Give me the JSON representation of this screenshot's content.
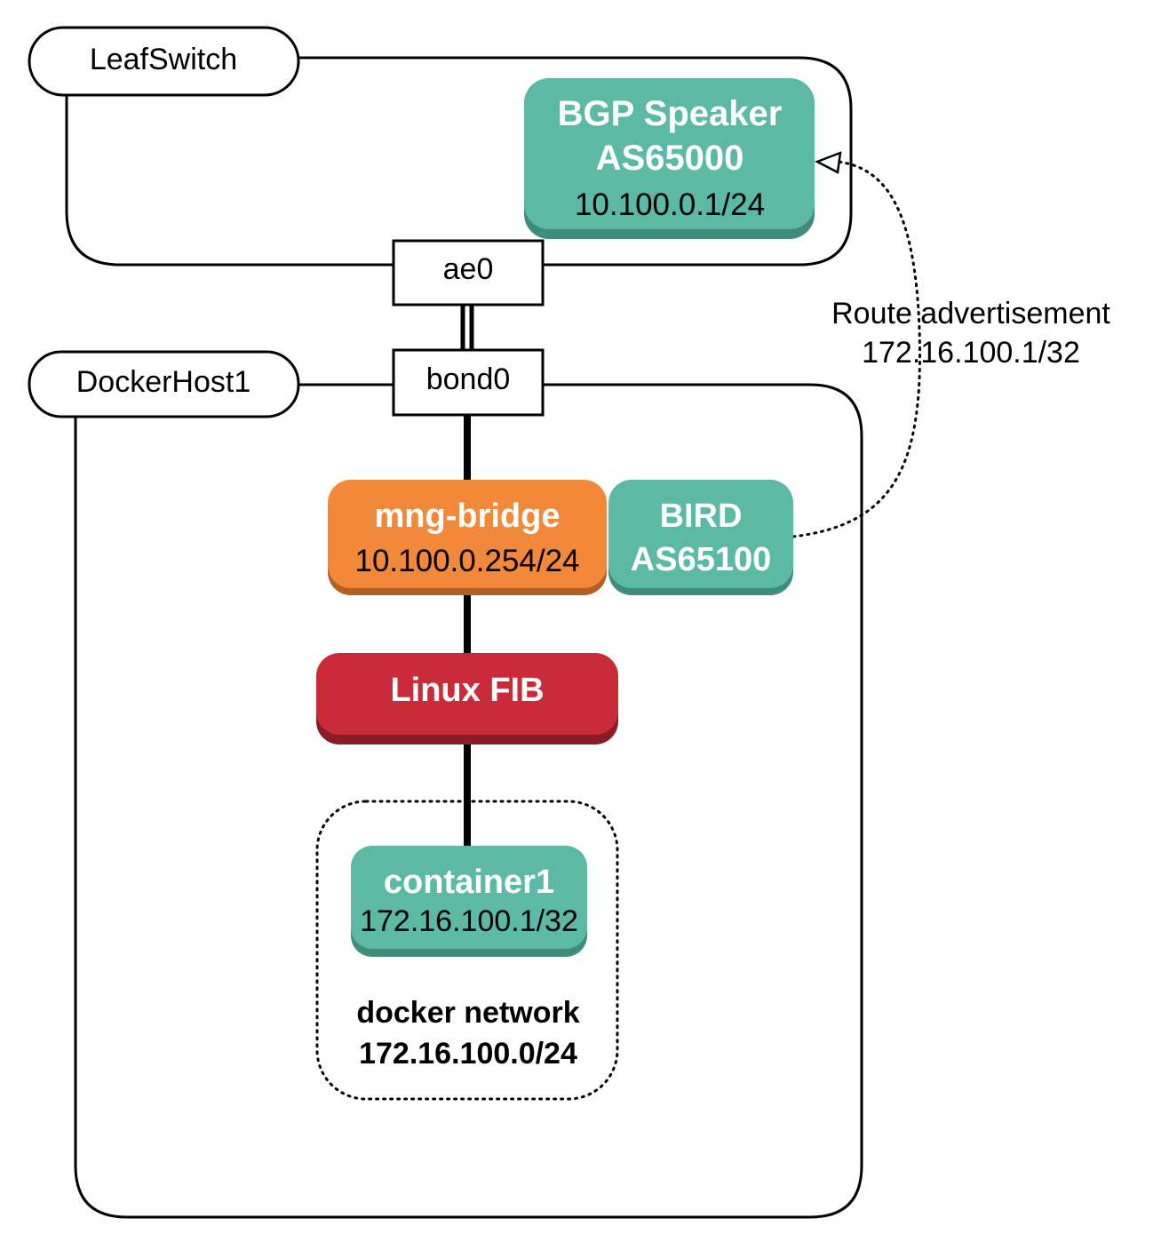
{
  "leaf_switch": {
    "label": "LeafSwitch",
    "bgp_speaker": {
      "title": "BGP Speaker",
      "asn": "AS65000",
      "ip": "10.100.0.1/24"
    },
    "port": "ae0"
  },
  "docker_host": {
    "label": "DockerHost1",
    "port": "bond0",
    "bridge": {
      "title": "mng-bridge",
      "ip": "10.100.0.254/24"
    },
    "bird": {
      "title": "BIRD",
      "asn": "AS65100"
    },
    "fib": {
      "title": "Linux FIB"
    },
    "container": {
      "title": "container1",
      "ip": "172.16.100.1/32"
    },
    "docker_network": {
      "title": "docker network",
      "subnet": "172.16.100.0/24"
    }
  },
  "route_advertisement": {
    "line1": "Route advertisement",
    "line2": "172.16.100.1/32"
  },
  "colors": {
    "teal": "#5bb9a6",
    "teal_dark": "#3e8c7c",
    "orange": "#f2883a",
    "orange_dark": "#b55f22",
    "red": "#c92b39",
    "red_dark": "#8a1c27"
  }
}
